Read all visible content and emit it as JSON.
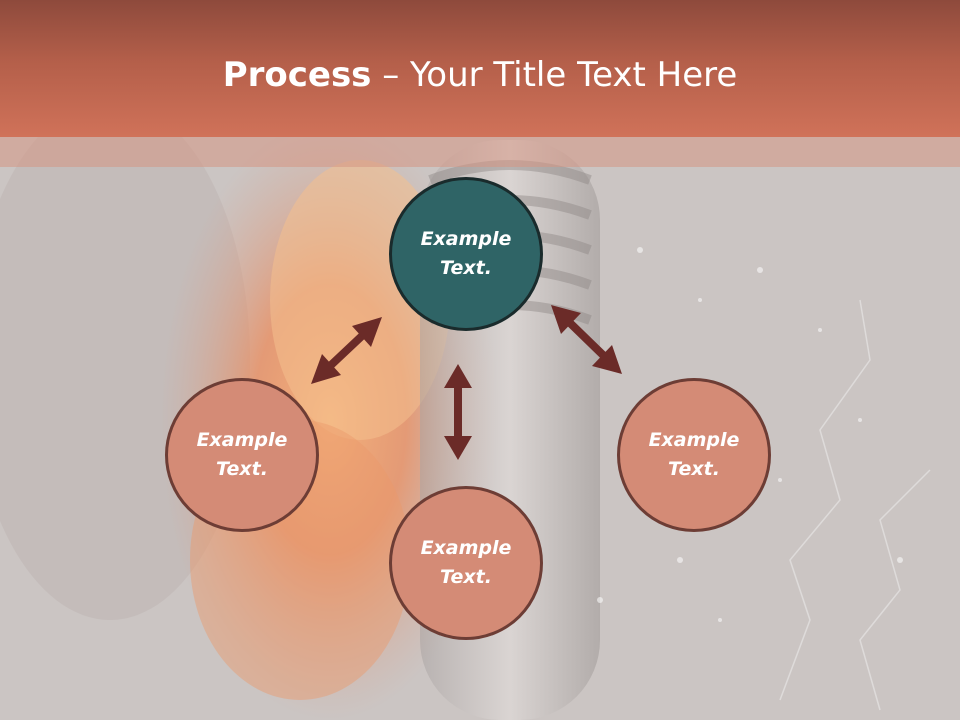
{
  "slide": {
    "title_bold": "Process",
    "title_rest": " – Your Title Text Here"
  },
  "diagram": {
    "nodes": [
      {
        "label": "Example Text.",
        "role": "center-top",
        "color": "#2f6466"
      },
      {
        "label": "Example Text.",
        "role": "left",
        "color": "#d48b76"
      },
      {
        "label": "Example Text.",
        "role": "bottom",
        "color": "#d48b76"
      },
      {
        "label": "Example Text.",
        "role": "right",
        "color": "#d48b76"
      }
    ],
    "arrow_color": "#6b2b28"
  }
}
